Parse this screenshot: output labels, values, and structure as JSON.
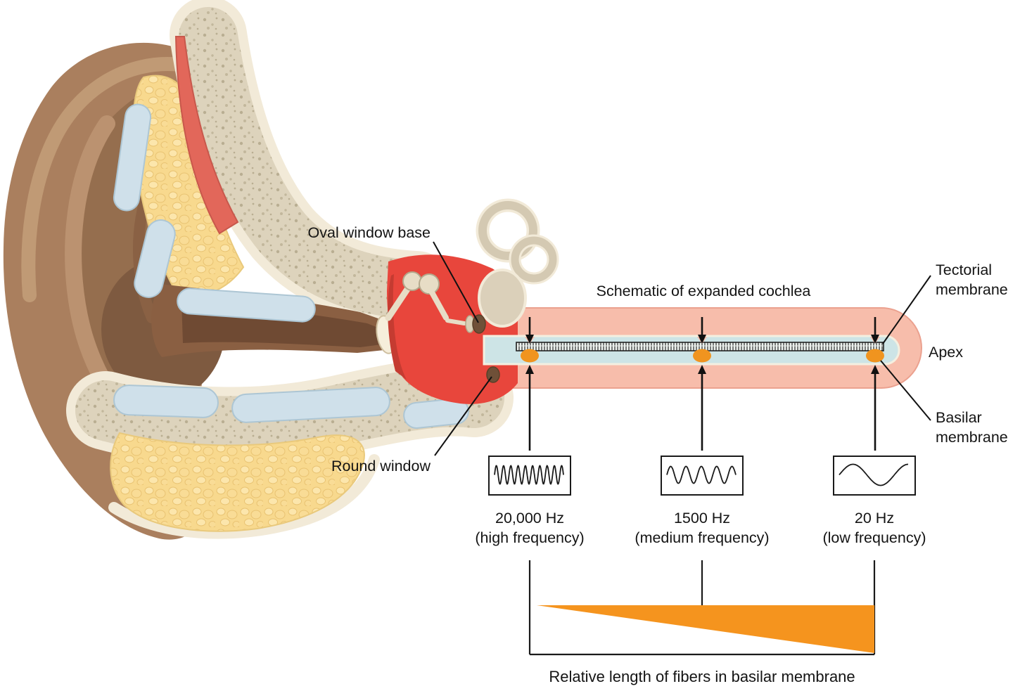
{
  "title": "Schematic of expanded cochlea",
  "labels": {
    "oval_window": "Oval window base",
    "round_window": "Round window",
    "tectorial_membrane": "Tectorial membrane",
    "apex": "Apex",
    "basilar_membrane": "Basilar membrane"
  },
  "frequencies": [
    {
      "hz": "20,000 Hz",
      "label": "(high frequency)",
      "cycles": 9.5,
      "amplitude": 13
    },
    {
      "hz": "1500 Hz",
      "label": "(medium frequency)",
      "cycles": 4.5,
      "amplitude": 12
    },
    {
      "hz": "20 Hz",
      "label": "(low frequency)",
      "cycles": 1.25,
      "amplitude": 15
    }
  ],
  "caption": "Relative length of fibers in basilar membrane",
  "colors": {
    "cochlea_outer_pink": "#f7bdab",
    "cochlea_duct_blue": "#cde4e6",
    "hair_cell_orange": "#f0941f",
    "fiber_triangle_orange": "#f5941e",
    "middle_ear_red": "#e8463c",
    "ear_skin_brown": "#aa7f5e",
    "bone_beige": "#ddd3bc",
    "fat_yellow": "#f8d98e",
    "cartilage_blue": "#cfe0ea"
  }
}
